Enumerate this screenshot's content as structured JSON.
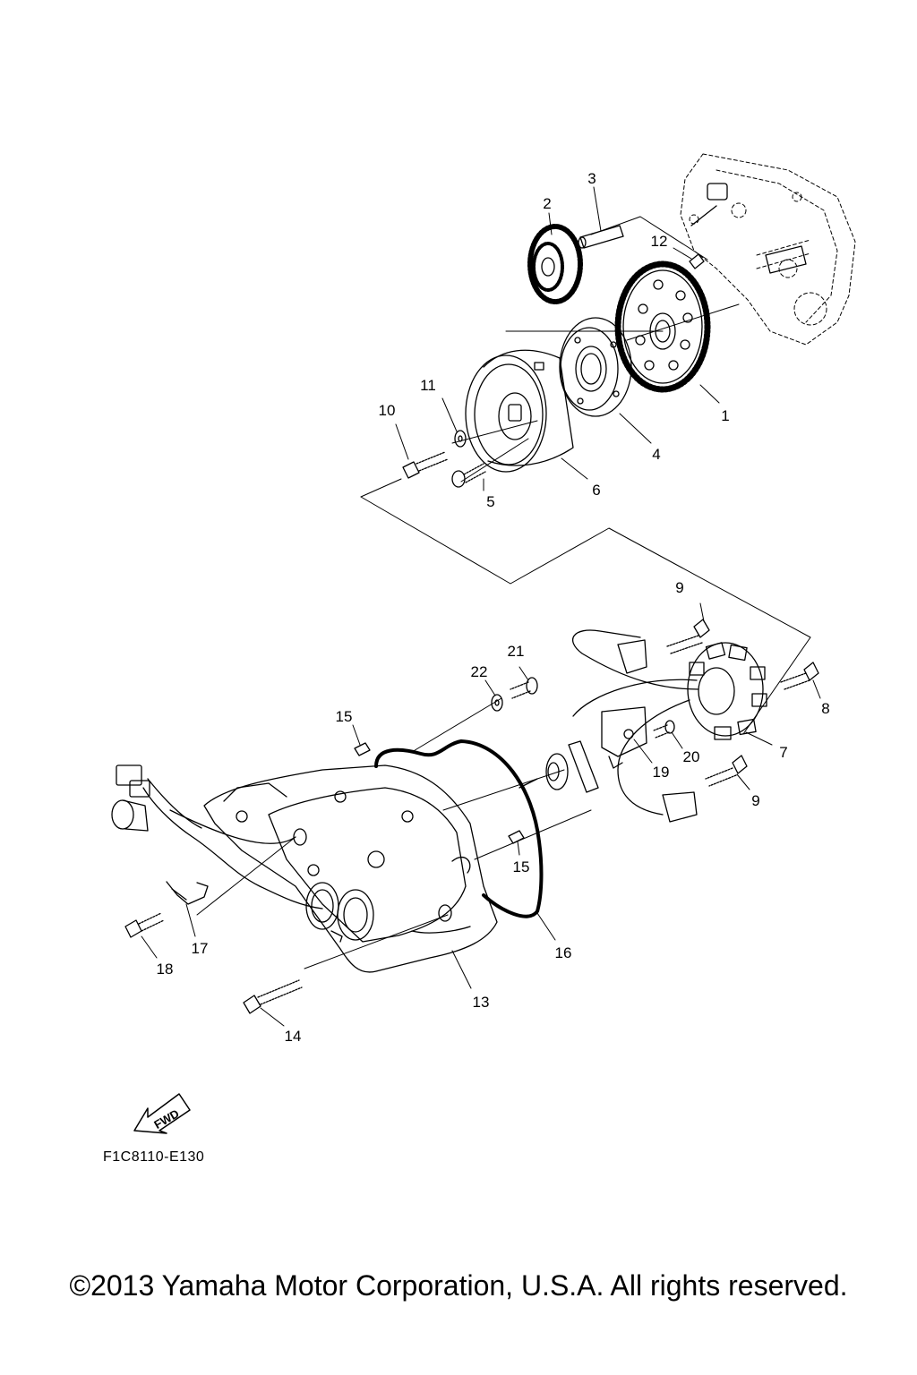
{
  "diagram": {
    "callouts": [
      {
        "id": "1",
        "label": "1"
      },
      {
        "id": "2",
        "label": "2"
      },
      {
        "id": "3",
        "label": "3"
      },
      {
        "id": "4",
        "label": "4"
      },
      {
        "id": "5",
        "label": "5"
      },
      {
        "id": "6",
        "label": "6"
      },
      {
        "id": "7",
        "label": "7"
      },
      {
        "id": "8",
        "label": "8"
      },
      {
        "id": "9a",
        "label": "9"
      },
      {
        "id": "9b",
        "label": "9"
      },
      {
        "id": "10",
        "label": "10"
      },
      {
        "id": "11",
        "label": "11"
      },
      {
        "id": "12",
        "label": "12"
      },
      {
        "id": "13",
        "label": "13"
      },
      {
        "id": "14",
        "label": "14"
      },
      {
        "id": "15a",
        "label": "15"
      },
      {
        "id": "15b",
        "label": "15"
      },
      {
        "id": "16",
        "label": "16"
      },
      {
        "id": "17",
        "label": "17"
      },
      {
        "id": "18",
        "label": "18"
      },
      {
        "id": "19",
        "label": "19"
      },
      {
        "id": "20",
        "label": "20"
      },
      {
        "id": "21",
        "label": "21"
      },
      {
        "id": "22",
        "label": "22"
      }
    ],
    "fwd_label": "FWD",
    "part_code": "F1C8110-E130"
  },
  "footer": {
    "copyright": "©2013 Yamaha Motor Corporation, U.S.A. All rights reserved."
  }
}
